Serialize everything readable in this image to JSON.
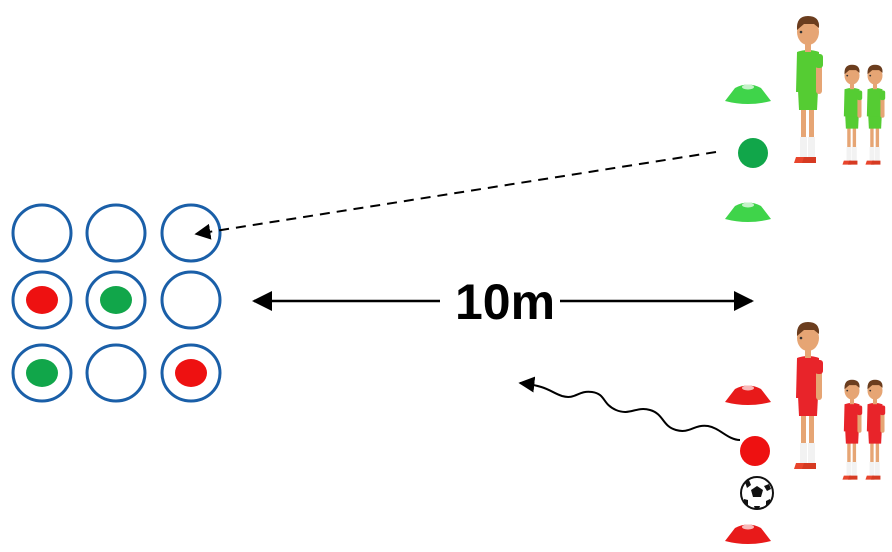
{
  "diagram": {
    "distance_label": "10m",
    "colors": {
      "target_ring": "#1a5fa8",
      "red": "#ee1111",
      "green": "#11a64a",
      "cone_green": "#3fd44a",
      "cone_red": "#e81a1a",
      "jersey_green": "#55cc33",
      "jersey_red": "#e8242a",
      "skin": "#e6a574",
      "hair": "#6b3d1e",
      "sock": "#f2f2f2",
      "line": "#000000"
    },
    "grid": {
      "rows": 3,
      "cols": 3,
      "cells": [
        [
          "empty",
          "empty",
          "empty"
        ],
        [
          "red",
          "green",
          "empty"
        ],
        [
          "green",
          "empty",
          "red"
        ]
      ]
    },
    "teams": [
      {
        "name_icon": "green-team",
        "players": 3,
        "cone_color": "green",
        "ball_color": "green",
        "has_football": false,
        "path": "dashed-pass"
      },
      {
        "name_icon": "red-team",
        "players": 3,
        "cone_color": "red",
        "ball_color": "red",
        "has_football": true,
        "path": "dribble"
      }
    ]
  }
}
